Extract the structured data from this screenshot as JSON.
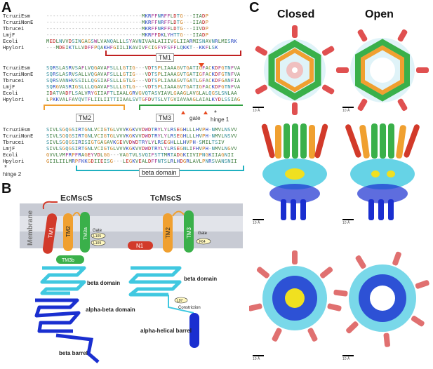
{
  "panels": {
    "a": "A",
    "b": "B",
    "c": "C"
  },
  "alignment": {
    "block1": [
      {
        "name": "TcruziEsm",
        "seq": "------------------------------MKRFFNRFFLDTG---IIADP"
      },
      {
        "name": "TcruziNonE",
        "seq": "------------------------------MKRFFNRFFLDTG---IIADP"
      },
      {
        "name": "Tbrucei",
        "seq": "------------------------------MKRFFNRFFLDTG---IIVDP"
      },
      {
        "name": "LmjF",
        "seq": "------------------------------MKRFFDKLYHTTG---IIADP"
      },
      {
        "name": "Ecoli",
        "seq": "MEDLNVVDSINGAGSWLVANQALLLSYAVNIVAALAIIIVGLIIARMISNAVNRLMISRK"
      },
      {
        "name": "Hpylori",
        "seq": "---MDEIKTLLVDFFPQAKHFGIILIKAVIVFCIGFYFSFFLQKKT--KKFLSK"
      }
    ],
    "block2": [
      {
        "name": "TcruziEsm",
        "seq": "SQRSLASRVSAFLVQGAVAFSLLLGTIG---VDTSPLIAAAGVTGATIGFACKDFGTNFVA"
      },
      {
        "name": "TcruziNonE",
        "seq": "SQRSLASRVSALLVQGAVAFSLLLGTIG---VDTSPLIAAAGVTGATIGFACKDFGTNFVA"
      },
      {
        "name": "Tbrucei",
        "seq": "SQRSVANHVSSILLQGSIAFSLLLGTLG---VDTSPLIAAAGVTGATLGFACKDFGANFIA"
      },
      {
        "name": "LmjF",
        "seq": "SQRGVASRIGSLLLQGAVAFSLLLGTLG---VDTSPLIAAAGVTGATIGFACKDFGTNFVA"
      },
      {
        "name": "Ecoli",
        "seq": "IDATVADFLSALVRYGIIAFTLIAALGRVGVQTASVIAVLGAAGLAVGLALQGSLSNLAA"
      },
      {
        "name": "Hpylori",
        "seq": "LPKKVALFAVQVTFLIILIITTIIAALSVTGFDVTSLVTGVIAVAAGLAIALKYDLSSIAG"
      }
    ],
    "block3": [
      {
        "name": "TcruziEsm",
        "seq": "SIVLSGQGSIRTGNLVCIGTGLVVVKGKVVDWDTRYLYLRSEGHLLLHVPH-NMVLNSVV"
      },
      {
        "name": "TcruziNonE",
        "seq": "SIVLSGQGSIRTGNLVCIGTGLVVVKGKVVDWDTRYLYLRSEGHLLLHVPH-NMVLNSVV"
      },
      {
        "name": "Tbrucei",
        "seq": "SIVLSGQGSIRISIGTGAGAVKGEVVDWDTRYLYLRSEGHLLLHVPH-SMILTSIV"
      },
      {
        "name": "LmjF",
        "seq": "SIVLSGQGSIRTGNLVCIGTGLVVVKGKVVDWDTRYLYLRSEGNLIFHVPH-NMVLNGVV"
      },
      {
        "name": "Ecoli",
        "seq": "GVVLVMFRPFRAGEYVDLGG---VAGTVLSVQIFSTTMRTADGKIIVIPNGKIIAGNII"
      },
      {
        "name": "Hpylori",
        "seq": "GIILIILMRPFKKGDIIEISG---LEGKVEALDFFNTSLRLHDGRLAVLPNRSVANSNII"
      }
    ],
    "tm1": "TM1",
    "tm2": "TM2",
    "tm3": "TM3",
    "gate": "gate",
    "hinge1": "hinge 1",
    "hinge2": "hinge 2",
    "beta_domain": "beta domain",
    "star": "*"
  },
  "diagram_b": {
    "title_left": "EcMscS",
    "title_right": "TcMscS",
    "membrane": "Membrane",
    "tm1": "TM1",
    "tm2_left": "TM2",
    "tm3a": "TM3a",
    "tm3b": "TM3b",
    "gate_left": "Gate",
    "l105": "L105",
    "l109": "L109",
    "beta_domain_left": "beta domain",
    "alpha_beta_domain": "alpha-beta domain",
    "beta_barrel": "beta barrel",
    "n1": "N1",
    "tm2_right": "TM2",
    "tm3_right": "TM3",
    "gate_right": "Gate",
    "f64": "F64",
    "beta_domain_right": "beta domain",
    "l97": "L97",
    "constriction": "Constriction",
    "alpha_helical_barrel": "alpha-helical barrel"
  },
  "structures_c": {
    "closed": "Closed",
    "open": "Open",
    "scale": "10 Å"
  },
  "colors": {
    "red": "#d23a2a",
    "orange": "#f0a030",
    "green": "#3ab04a",
    "cyan": "#40c8e0",
    "blue": "#1a2fd0",
    "salmon": "#e07070",
    "yellow": "#f0e020",
    "membrane": "#c8cbd4"
  }
}
